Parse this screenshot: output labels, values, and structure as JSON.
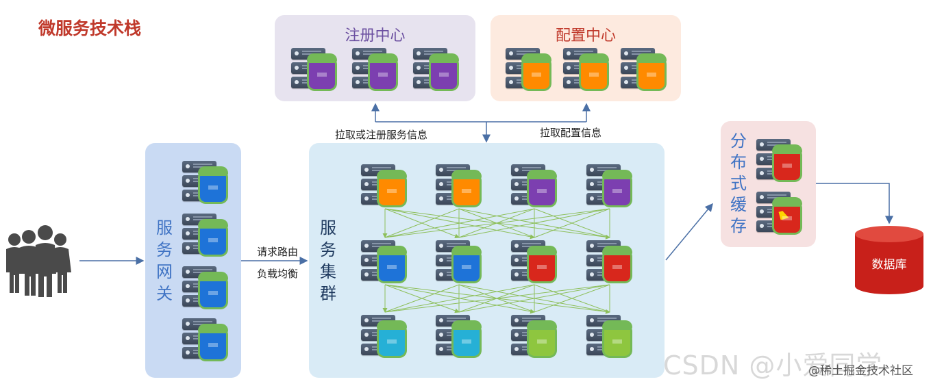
{
  "title": "微服务技术栈",
  "registry": {
    "title": "注册中心"
  },
  "config": {
    "title": "配置中心"
  },
  "gateway": {
    "title": [
      "服",
      "务",
      "网",
      "关"
    ]
  },
  "cluster": {
    "title": [
      "服",
      "务",
      "集",
      "群"
    ]
  },
  "cache": {
    "title": [
      "分",
      "布",
      "式",
      "缓",
      "存"
    ]
  },
  "labels": {
    "pull_register": "拉取或注册服务信息",
    "pull_config": "拉取配置信息",
    "route_line1": "请求路由",
    "route_line2": "负载均衡"
  },
  "database": {
    "label": "数据库"
  },
  "watermark": {
    "main": "CSDN @小爱同学",
    "sub": "@稀土掘金技术社区"
  },
  "colors": {
    "title_red": "#c0392b",
    "registry_bg": "#e7e3ef",
    "config_bg": "#fdeadf",
    "gateway_bg": "#c9daf3",
    "cluster_bg": "#d9ebf6",
    "cache_bg": "#f6e1e1",
    "arrow_blue": "#4a6fa5",
    "arrow_green": "#8dbf5a"
  }
}
